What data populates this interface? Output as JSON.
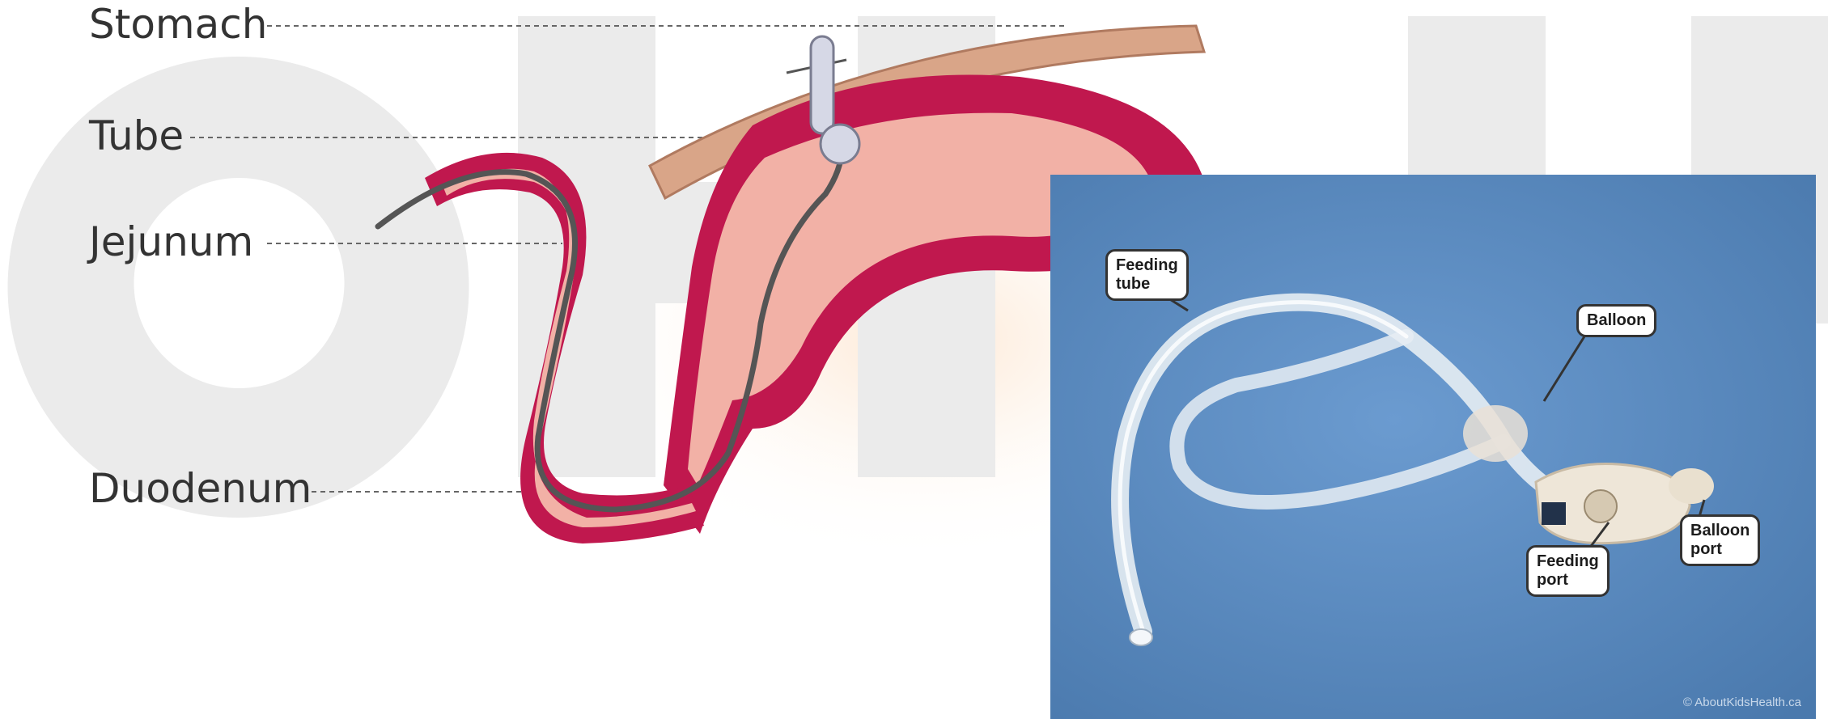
{
  "labels": {
    "stomach": "Stomach",
    "tube": "Tube",
    "jejunum": "Jejunum",
    "duodenum": "Duodenum"
  },
  "photo": {
    "callouts": {
      "feeding_tube": "Feeding\ntube",
      "balloon": "Balloon",
      "balloon_port": "Balloon\nport",
      "feeding_port": "Feeding\nport"
    },
    "copyright": "© AboutKidsHealth.ca"
  },
  "watermark": {
    "letters": "OHSU"
  },
  "colors": {
    "gut_dark": "#c0184e",
    "gut_light": "#f2b1a6",
    "abdominal_wall": "#d9a588",
    "tube_line": "#555555",
    "photo_bg": "#5a8cc0",
    "watermark_gray": "#ebebeb",
    "watermark_orange": "#fbe6d2"
  }
}
